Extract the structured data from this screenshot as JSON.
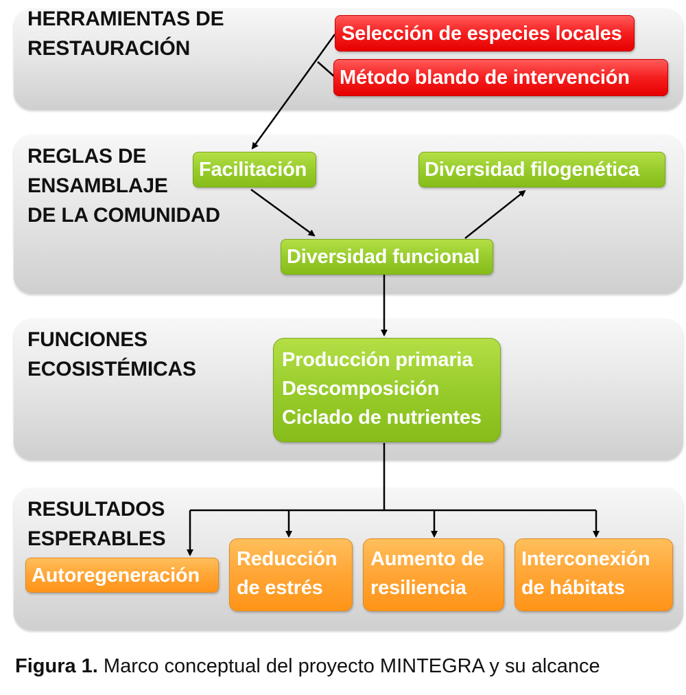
{
  "bands": [
    {
      "title": "HERRAMIENTAS DE\nRESTAURACIÓN"
    },
    {
      "title": "REGLAS DE\nENSAMBLAJE\nDE LA COMUNIDAD"
    },
    {
      "title": "FUNCIONES\nECOSISTÉMICAS"
    },
    {
      "title": "RESULTADOS\nESPERABLES"
    }
  ],
  "tools": {
    "species_selection": "Selección de especies locales",
    "soft_method": "Método blando de intervención"
  },
  "rules": {
    "facilitation": "Facilitación",
    "phylogenetic": "Diversidad filogenética",
    "functional": "Diversidad funcional"
  },
  "functions": {
    "text": "Producción primaria\nDescomposición\nCiclado de nutrientes"
  },
  "results": {
    "autoregeneration": "Autoregeneración",
    "stress_reduction": "Reducción\nde estrés",
    "resilience": "Aumento de\nresiliencia",
    "habitats": "Interconexión\nde hábitats"
  },
  "caption": {
    "label": "Figura 1.",
    "text": " Marco conceptual del proyecto MINTEGRA y su alcance"
  },
  "colors": {
    "red_box": "#f51e1e",
    "green_box": "#98cc2c",
    "orange_box": "#ffa535",
    "band_gray": "#e0e0e0"
  }
}
